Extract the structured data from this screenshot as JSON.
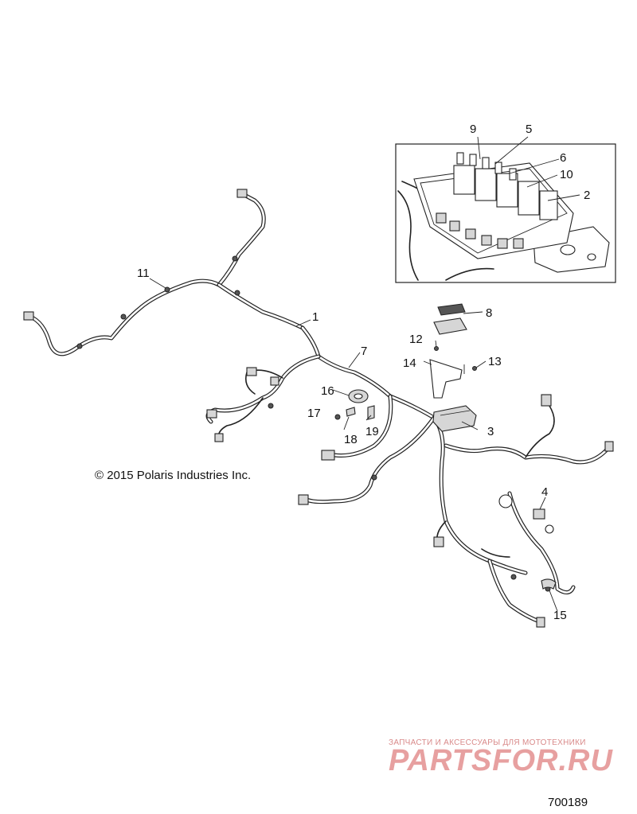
{
  "copyright": "© 2015 Polaris Industries Inc.",
  "drawing_number": "700189",
  "watermark": {
    "tagline": "ЗАПЧАСТИ И АКСЕССУАРЫ ДЛЯ МОТОТЕХНИКИ",
    "logo": "PARTSFOR.RU"
  },
  "callouts": {
    "c1": "1",
    "c2": "2",
    "c3": "3",
    "c4": "4",
    "c5": "5",
    "c6": "6",
    "c7": "7",
    "c8": "8",
    "c9": "9",
    "c10": "10",
    "c11": "11",
    "c12": "12",
    "c13": "13",
    "c14": "14",
    "c15": "15",
    "c16": "16",
    "c17": "17",
    "c18": "18",
    "c19": "19"
  }
}
